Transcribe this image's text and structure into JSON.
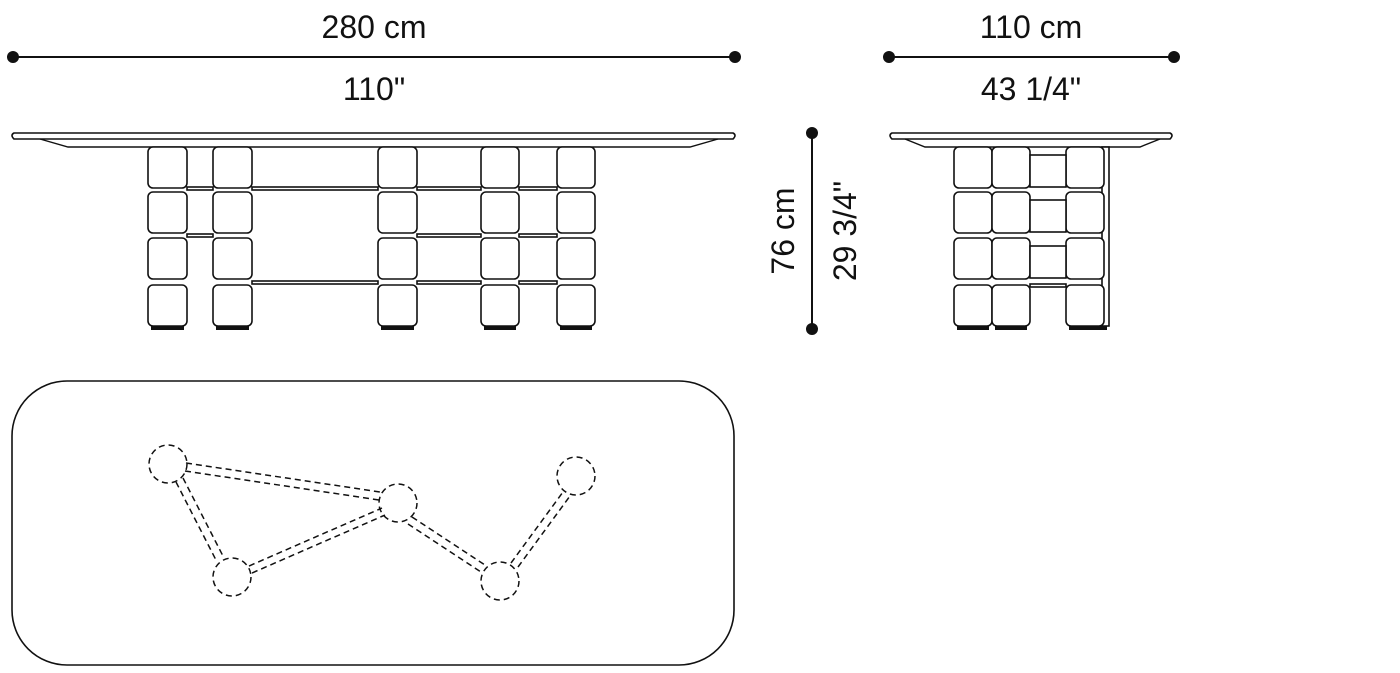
{
  "dimensions": {
    "length_metric": "280 cm",
    "length_imperial": "110\"",
    "depth_metric": "110 cm",
    "depth_imperial": "43 1/4\"",
    "height_metric": "76 cm",
    "height_imperial": "29 3/4\""
  }
}
